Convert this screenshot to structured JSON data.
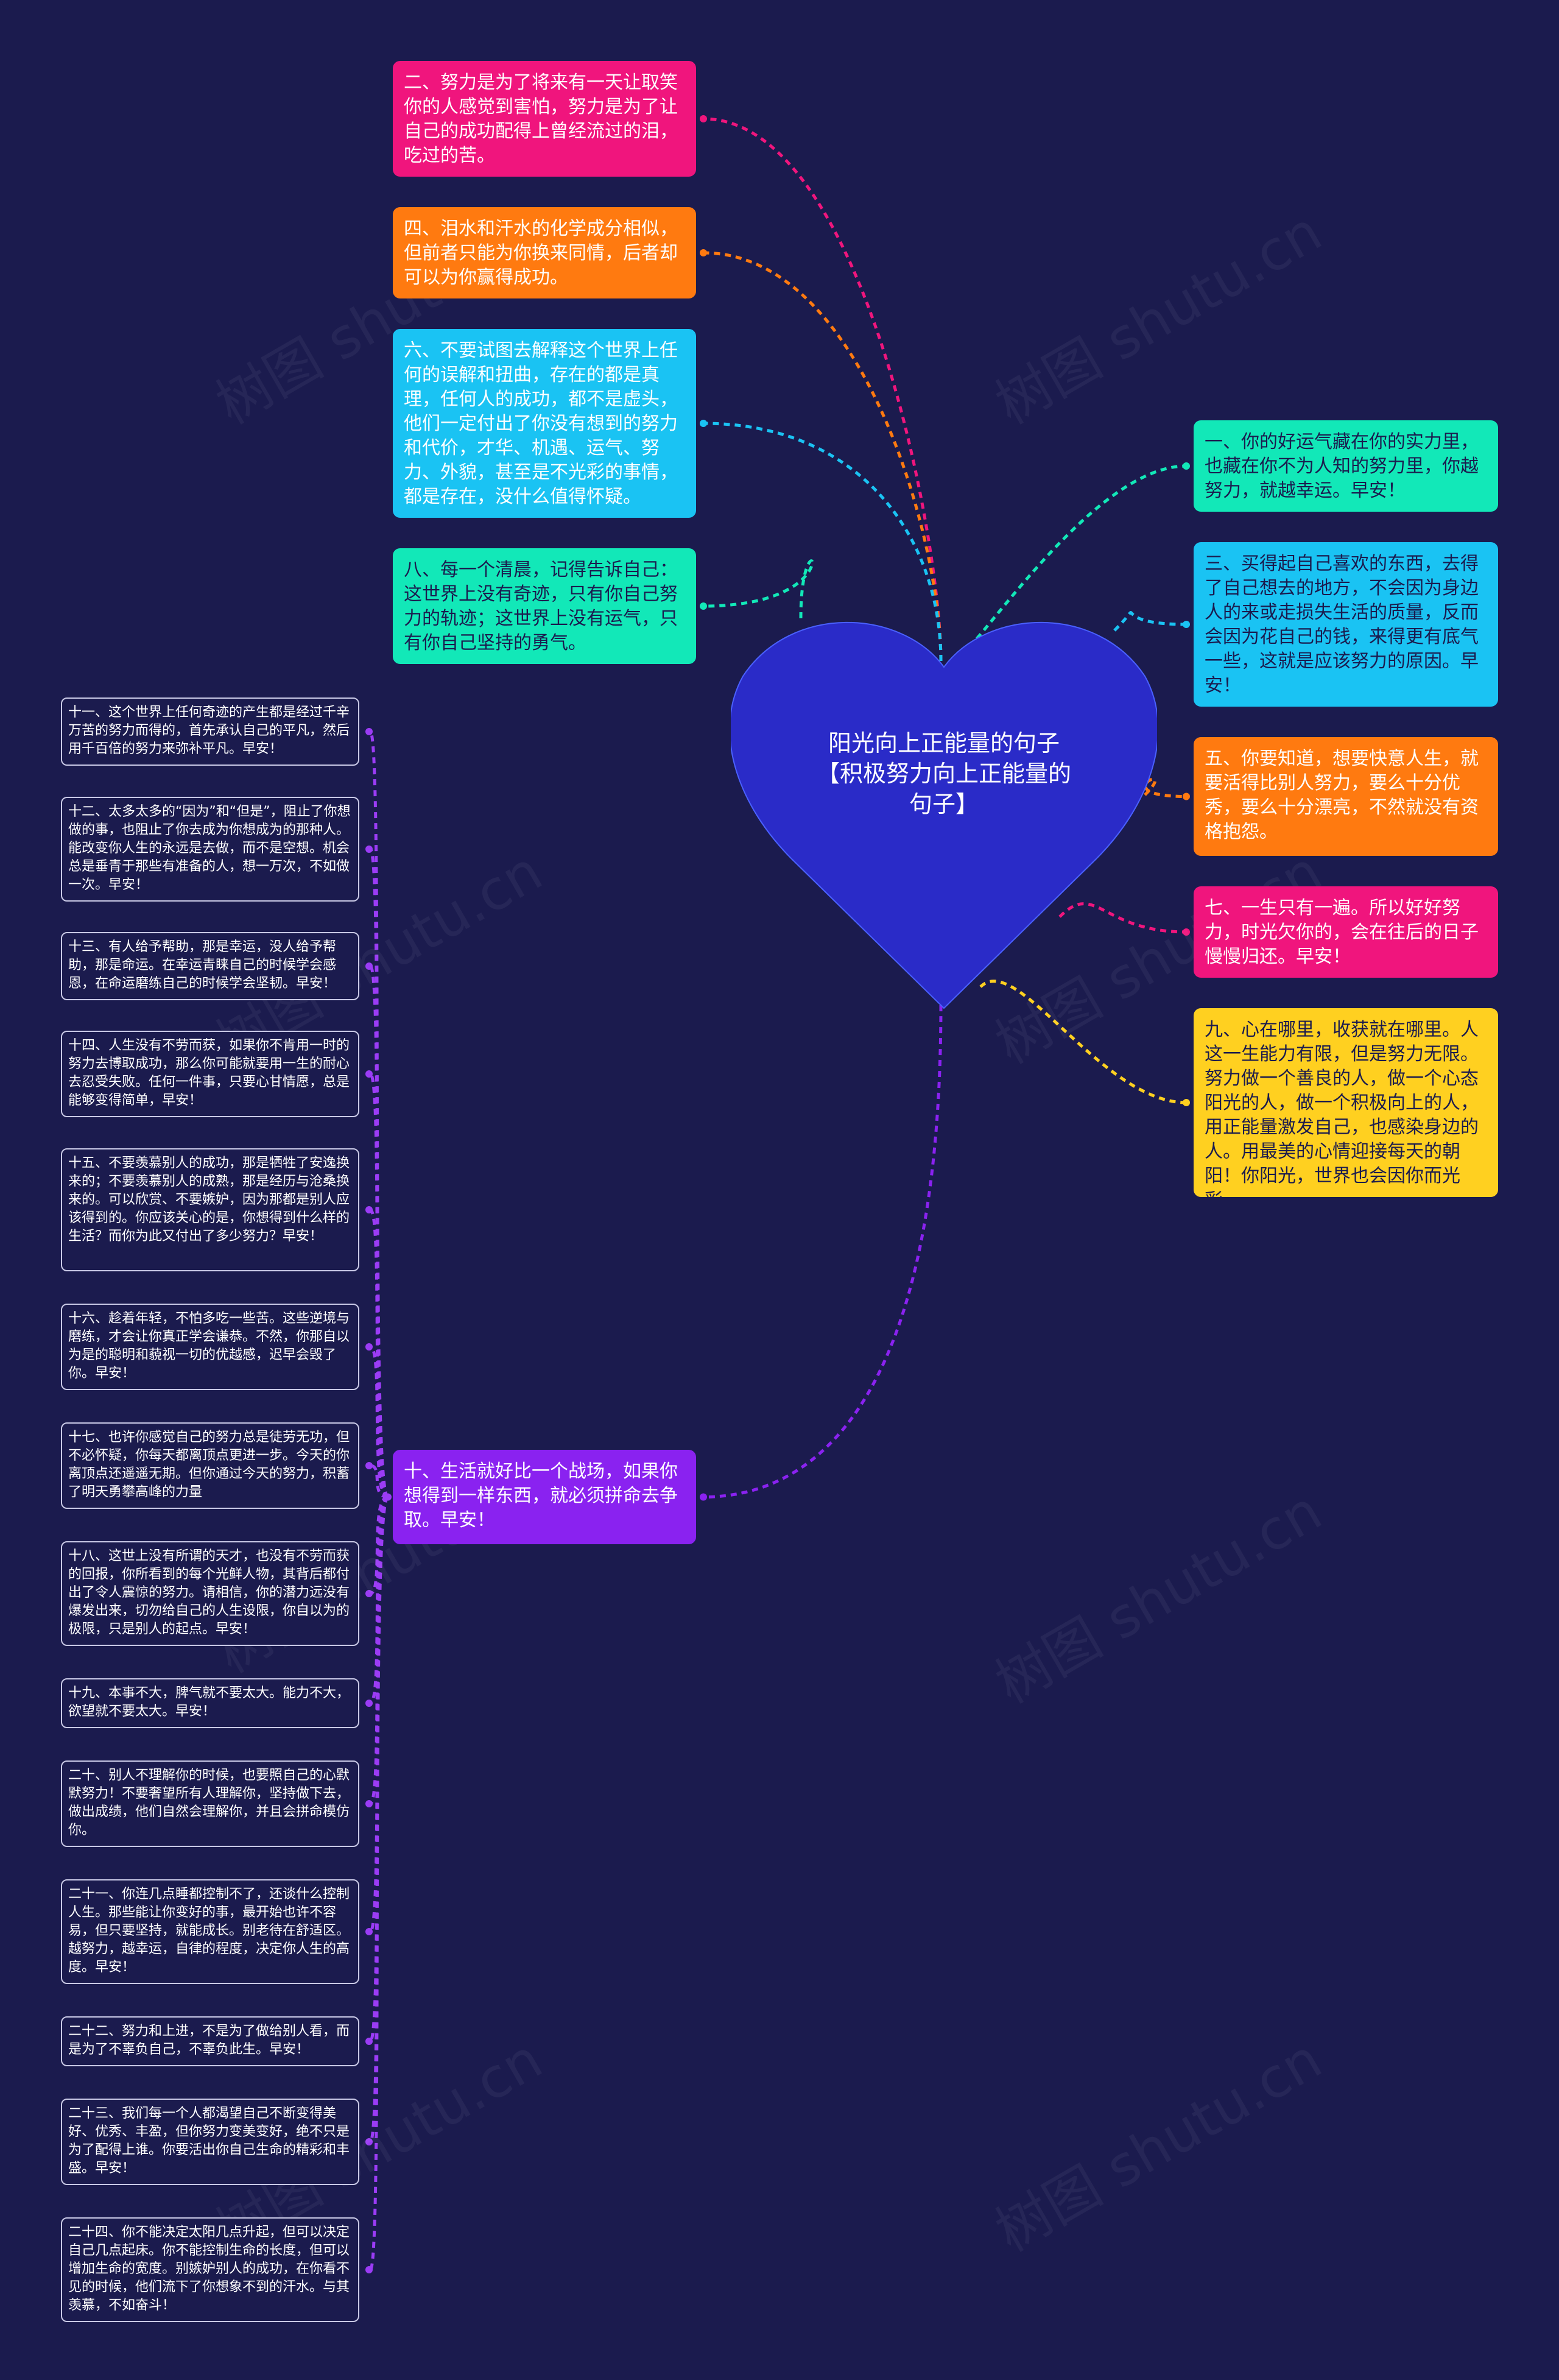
{
  "center": {
    "title": "阳光向上正能量的句子【积极努力向上正能量的句子】",
    "color": "#2a2bc8"
  },
  "left_nodes": [
    {
      "text": "二、努力是为了将来有一天让取笑你的人感觉到害怕，努力是为了让自己的成功配得上曾经流过的泪，吃过的苦。",
      "color": "#f0157d"
    },
    {
      "text": "四、泪水和汗水的化学成分相似，但前者只能为你换来同情，后者却可以为你赢得成功。",
      "color": "#ff7a10"
    },
    {
      "text": "六、不要试图去解释这个世界上任何的误解和扭曲，存在的都是真理，任何人的成功，都不是虚头，他们一定付出了你没有想到的努力和代价，才华、机遇、运气、努力、外貌，甚至是不光彩的事情，都是存在，没什么值得怀疑。",
      "color": "#1ac3f3"
    },
    {
      "text": "八、每一个清晨，记得告诉自己：这世界上没有奇迹，只有你自己努力的轨迹；这世界上没有运气，只有你自己坚持的勇气。",
      "color": "#12e8b8"
    },
    {
      "text": "十、生活就好比一个战场，如果你想得到一样东西，就必须拼命去争取。早安！",
      "color": "#8a22f0"
    }
  ],
  "right_nodes": [
    {
      "text": "一、你的好运气藏在你的实力里，也藏在你不为人知的努力里，你越努力，就越幸运。早安！",
      "color": "#12e8b8"
    },
    {
      "text": "三、买得起自己喜欢的东西，去得了自己想去的地方，不会因为身边人的来或走损失生活的质量，反而会因为花自己的钱，来得更有底气一些，这就是应该努力的原因。早安！",
      "color": "#1ac3f3"
    },
    {
      "text": "五、你要知道，想要快意人生，就要活得比别人努力，要么十分优秀，要么十分漂亮，不然就没有资格抱怨。",
      "color": "#ff7a10"
    },
    {
      "text": "七、一生只有一遍。所以好好努力，时光欠你的，会在往后的日子慢慢归还。早安！",
      "color": "#f0157d"
    },
    {
      "text": "九、心在哪里，收获就在哪里。人这一生能力有限，但是努力无限。努力做一个善良的人，做一个心态阳光的人，做一个积极向上的人，用正能量激发自己，也感染身边的人。用最美的心情迎接每天的朝阳！你阳光，世界也会因你而光彩。",
      "color": "#ffd020"
    }
  ],
  "leaves": [
    {
      "text": "十一、这个世界上任何奇迹的产生都是经过千辛万苦的努力而得的，首先承认自己的平凡，然后用千百倍的努力来弥补平凡。早安！"
    },
    {
      "text": "十二、太多太多的“因为”和“但是”，阻止了你想做的事，也阻止了你去成为你想成为的那种人。能改变你人生的永远是去做，而不是空想。机会总是垂青于那些有准备的人，想一万次，不如做一次。早安！"
    },
    {
      "text": "十三、有人给予帮助，那是幸运，没人给予帮助，那是命运。在幸运青睐自己的时候学会感恩，在命运磨练自己的时候学会坚韧。早安！"
    },
    {
      "text": "十四、人生没有不劳而获，如果你不肯用一时的努力去博取成功，那么你可能就要用一生的耐心去忍受失败。任何一件事，只要心甘情愿，总是能够变得简单，早安！"
    },
    {
      "text": "十五、不要羡慕别人的成功，那是牺牲了安逸换来的；不要羡慕别人的成熟，那是经历与沧桑换来的。可以欣赏、不要嫉妒，因为那都是别人应该得到的。你应该关心的是，你想得到什么样的生活？而你为此又付出了多少努力？早安！"
    },
    {
      "text": "十六、趁着年轻，不怕多吃一些苦。这些逆境与磨练，才会让你真正学会谦恭。不然，你那自以为是的聪明和藐视一切的优越感，迟早会毁了你。早安！"
    },
    {
      "text": "十七、也许你感觉自己的努力总是徒劳无功，但不必怀疑，你每天都离顶点更进一步。今天的你离顶点还遥遥无期。但你通过今天的努力，积蓄了明天勇攀高峰的力量"
    },
    {
      "text": "十八、这世上没有所谓的天才，也没有不劳而获的回报，你所看到的每个光鲜人物，其背后都付出了令人震惊的努力。请相信，你的潜力远没有爆发出来，切勿给自己的人生设限，你自以为的极限，只是别人的起点。早安！"
    },
    {
      "text": "十九、本事不大，脾气就不要太大。能力不大，欲望就不要太大。早安！"
    },
    {
      "text": "二十、别人不理解你的时候，也要照自己的心默默努力！不要奢望所有人理解你，坚持做下去，做出成绩，他们自然会理解你，并且会拼命模仿你。"
    },
    {
      "text": "二十一、你连几点睡都控制不了，还谈什么控制人生。那些能让你变好的事，最开始也许不容易，但只要坚持，就能成长。别老待在舒适区。越努力，越幸运，自律的程度，决定你人生的高度。早安！"
    },
    {
      "text": "二十二、努力和上进，不是为了做给别人看，而是为了不辜负自己，不辜负此生。早安！"
    },
    {
      "text": "二十三、我们每一个人都渴望自己不断变得美好、优秀、丰盈，但你努力变美变好，绝不只是为了配得上谁。你要活出你自己生命的精彩和丰盛。早安！"
    },
    {
      "text": "二十四、你不能决定太阳几点升起，但可以决定自己几点起床。你不能控制生命的长度，但可以增加生命的宽度。别嫉妒别人的成功，在你看不见的时候，他们流下了你想象不到的汗水。与其羡慕，不如奋斗！"
    }
  ],
  "leaf_line_color": "#9b3cf5",
  "watermark": "树图 shutu.cn"
}
